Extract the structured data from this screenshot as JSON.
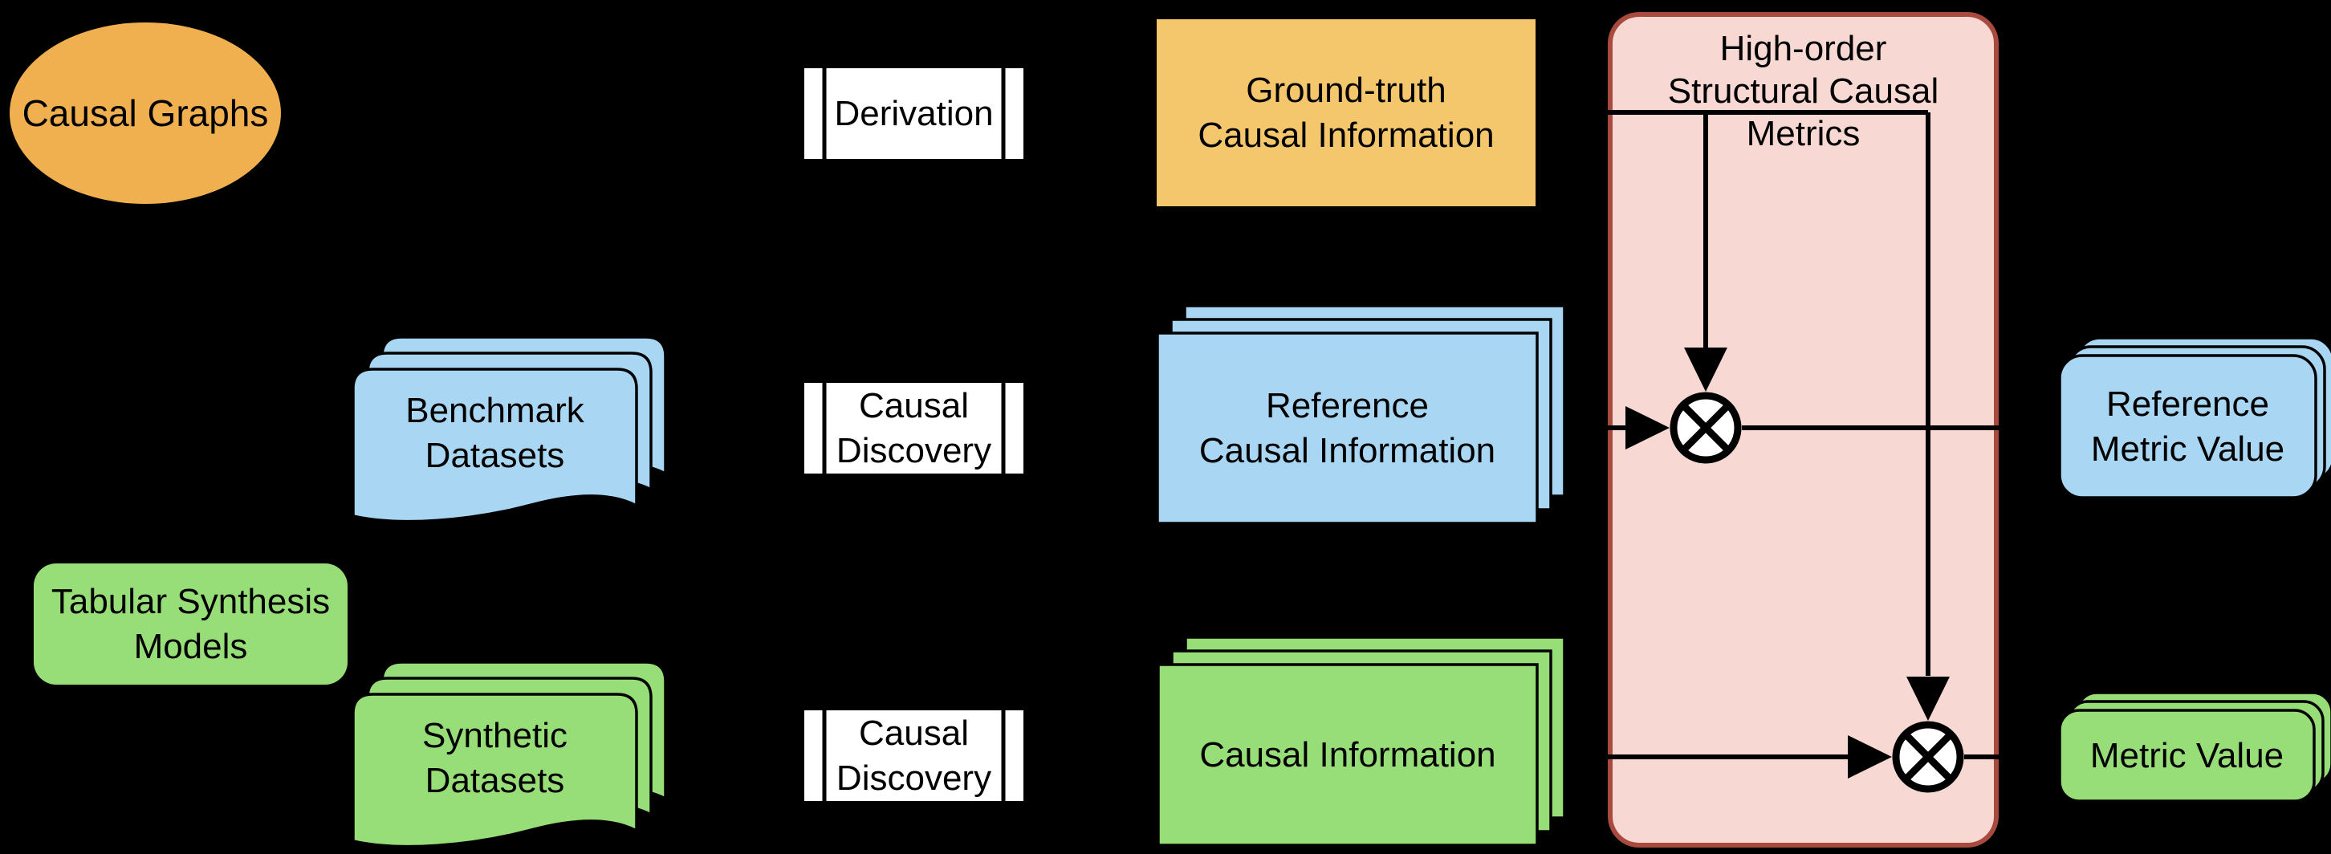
{
  "colors": {
    "background": "#000000",
    "orange-ellipse": "#F0B050",
    "orange-box": "#F5C76C",
    "blue": "#A9D6F2",
    "green": "#98DE78",
    "pink-fill": "#F8D8D3",
    "pink-border": "#A84B3E",
    "white": "#FFFFFF",
    "line": "#000000",
    "text": "#000000"
  },
  "nodes": {
    "causal_graphs": {
      "label": "Causal Graphs",
      "shape": "ellipse"
    },
    "derivation": {
      "label": "Derivation",
      "shape": "process-box"
    },
    "ground_truth": {
      "label": "Ground-truth\nCausal Information",
      "shape": "rectangle"
    },
    "high_order_metrics": {
      "label": "High-order\nStructural Causal\nMetrics",
      "shape": "rounded-container"
    },
    "benchmark_datasets": {
      "label": "Benchmark\nDatasets",
      "shape": "document-stack"
    },
    "causal_discovery_reference": {
      "label": "Causal\nDiscovery",
      "shape": "process-box"
    },
    "reference_causal_information": {
      "label": "Reference\nCausal Information",
      "shape": "rectangle-stack"
    },
    "reference_metric_value": {
      "label": "Reference\nMetric Value",
      "shape": "rounded-stack"
    },
    "tabular_synthesis_models": {
      "label": "Tabular Synthesis\nModels",
      "shape": "rounded-rectangle"
    },
    "synthetic_datasets": {
      "label": "Synthetic\nDatasets",
      "shape": "document-stack"
    },
    "causal_discovery_synthetic": {
      "label": "Causal\nDiscovery",
      "shape": "process-box"
    },
    "causal_information": {
      "label": "Causal Information",
      "shape": "rectangle-stack"
    },
    "metric_value": {
      "label": "Metric Value",
      "shape": "rounded-stack"
    }
  },
  "icons": {
    "multiply_node": "circled-times ⊗ combination operator"
  },
  "edges": [
    {
      "from": "causal_graphs",
      "to": "derivation"
    },
    {
      "from": "derivation",
      "to": "ground_truth"
    },
    {
      "from": "ground_truth",
      "to": "multiply_node_reference"
    },
    {
      "from": "ground_truth",
      "to": "multiply_node_synthetic"
    },
    {
      "from": "benchmark_datasets",
      "to": "causal_discovery_reference"
    },
    {
      "from": "causal_discovery_reference",
      "to": "reference_causal_information"
    },
    {
      "from": "reference_causal_information",
      "to": "multiply_node_reference"
    },
    {
      "from": "multiply_node_reference",
      "to": "reference_metric_value"
    },
    {
      "from": "tabular_synthesis_models",
      "to": "synthetic_datasets"
    },
    {
      "from": "synthetic_datasets",
      "to": "causal_discovery_synthetic"
    },
    {
      "from": "causal_discovery_synthetic",
      "to": "causal_information"
    },
    {
      "from": "causal_information",
      "to": "multiply_node_synthetic"
    },
    {
      "from": "multiply_node_synthetic",
      "to": "metric_value"
    }
  ]
}
